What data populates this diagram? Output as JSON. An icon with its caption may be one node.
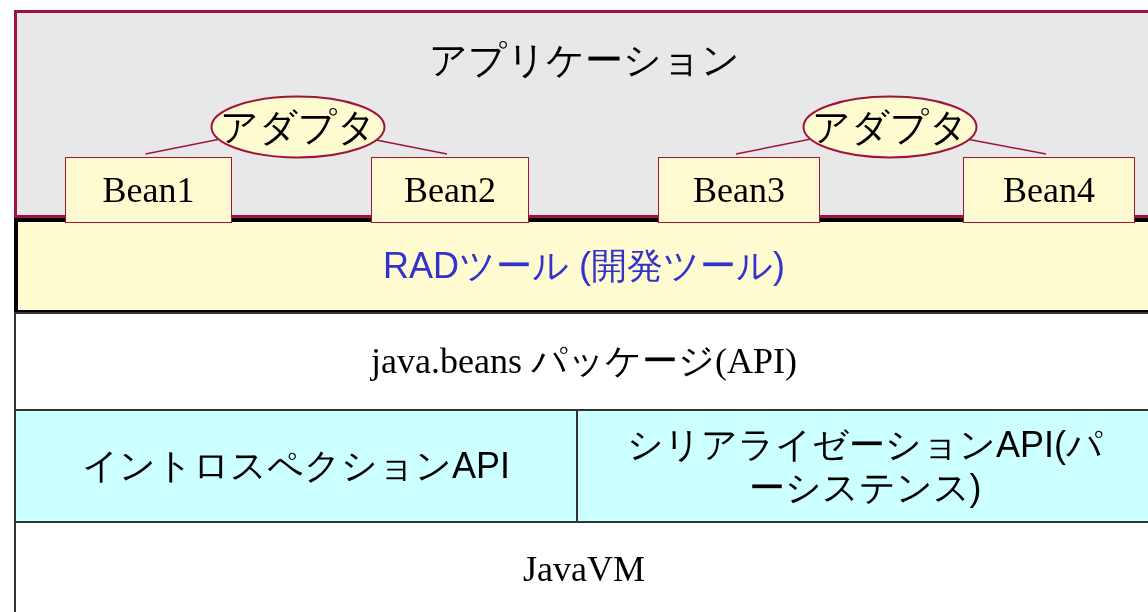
{
  "diagram": {
    "nodes": [
      {
        "text": [
          "アプリケーション"
        ]
      },
      {
        "text": [
          "アダプタ"
        ],
        "in": 0
      },
      {
        "text": [
          "アダプタ"
        ],
        "in": 0
      },
      {
        "text": [
          "Bean1"
        ],
        "in": 0
      },
      {
        "text": [
          "Bean2"
        ],
        "in": 0
      },
      {
        "text": [
          "Bean3"
        ],
        "in": 0
      },
      {
        "text": [
          "Bean4"
        ],
        "in": 0
      },
      {
        "text": [
          "RADツール (開発ツール)"
        ]
      },
      {
        "text": [
          "java.beans パッケージ(API)"
        ]
      },
      {
        "text": [
          "イントロスペクションAPI"
        ]
      },
      {
        "text": [
          "シリアライゼーションAPI(パーシステンス)"
        ]
      },
      {
        "text": [
          "JavaVM"
        ]
      }
    ],
    "edges": [
      {
        "from": 1,
        "to": 3,
        "arrow": "none"
      },
      {
        "from": 1,
        "to": 4,
        "arrow": "none"
      },
      {
        "from": 2,
        "to": 5,
        "arrow": "none"
      },
      {
        "from": 2,
        "to": 6,
        "arrow": "none"
      }
    ]
  }
}
